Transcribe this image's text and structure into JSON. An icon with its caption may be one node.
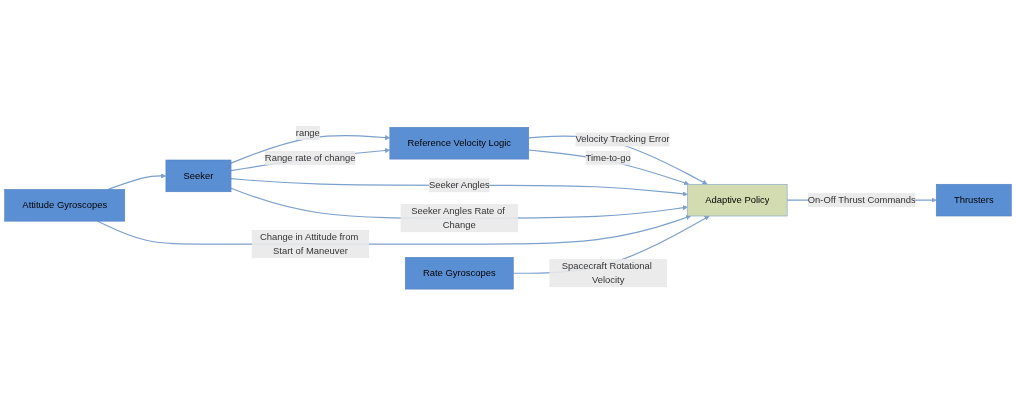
{
  "diagram": {
    "nodes": [
      {
        "text": [
          "Seeker"
        ]
      },
      {
        "text": [
          "Reference Velocity Logic"
        ]
      },
      {
        "text": [
          "Adaptive Policy"
        ]
      },
      {
        "text": [
          "Thrusters"
        ]
      },
      {
        "text": [
          "Attitude Gyroscopes"
        ]
      },
      {
        "text": [
          "Rate Gyroscopes"
        ]
      }
    ],
    "edges": [
      {
        "from": 0,
        "to": 1,
        "label": "range",
        "arrow": "to"
      },
      {
        "from": 0,
        "to": 1,
        "label": "Range rate of change",
        "arrow": "to"
      },
      {
        "from": 1,
        "to": 2,
        "label": "Velocity Tracking Error",
        "arrow": "to"
      },
      {
        "from": 1,
        "to": 2,
        "label": "Time-to-go",
        "arrow": "to"
      },
      {
        "from": 0,
        "to": 2,
        "label": "Seeker Angles",
        "arrow": "to"
      },
      {
        "from": 0,
        "to": 2,
        "label": "Seeker Angles Rate of Change",
        "arrow": "to"
      },
      {
        "from": 4,
        "to": 0,
        "arrow": "to"
      },
      {
        "from": 4,
        "to": 2,
        "label": "Change in Attitude from Start of Maneuver",
        "arrow": "to"
      },
      {
        "from": 5,
        "to": 2,
        "label": "Spacecraft Rotational Velocity",
        "arrow": "to"
      },
      {
        "from": 2,
        "to": 3,
        "label": "On-Off Thrust Commands",
        "arrow": "to"
      }
    ]
  }
}
